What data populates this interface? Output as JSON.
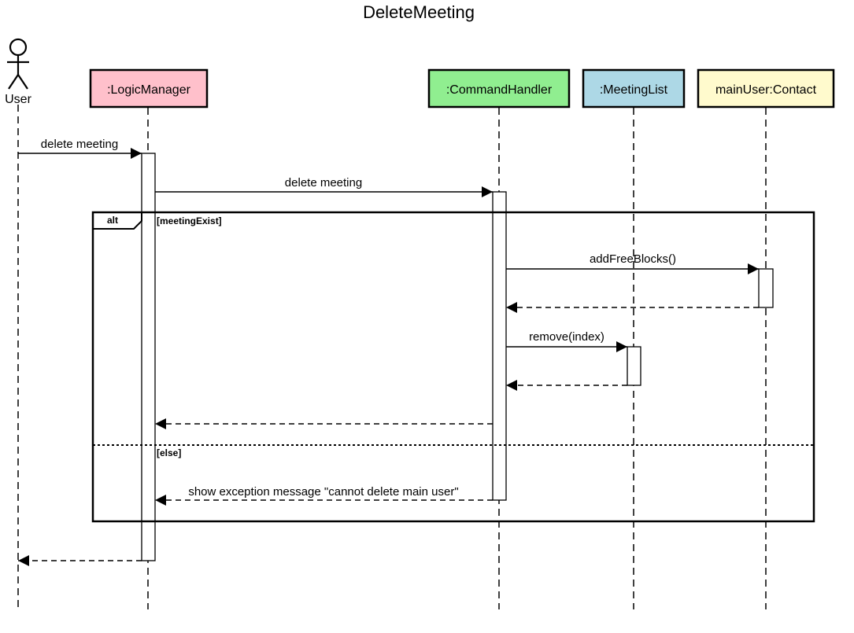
{
  "diagram": {
    "title": "DeleteMeeting",
    "actor": {
      "label": "User"
    },
    "participants": [
      {
        "id": "logic",
        "label": ":LogicManager",
        "fill": "#ffc0cb"
      },
      {
        "id": "cmd",
        "label": ":CommandHandler",
        "fill": "#90ee90"
      },
      {
        "id": "list",
        "label": ":MeetingList",
        "fill": "#add8e6"
      },
      {
        "id": "contact",
        "label": "mainUser:Contact",
        "fill": "#fffacd"
      }
    ],
    "messages": [
      {
        "id": "m1",
        "from": "user",
        "to": "logic",
        "label": "delete meeting",
        "kind": "call"
      },
      {
        "id": "m2",
        "from": "logic",
        "to": "cmd",
        "label": "delete meeting",
        "kind": "call"
      },
      {
        "id": "m3",
        "from": "cmd",
        "to": "contact",
        "label": "addFreeBlocks()",
        "kind": "call"
      },
      {
        "id": "m4",
        "from": "contact",
        "to": "cmd",
        "label": "",
        "kind": "return"
      },
      {
        "id": "m5",
        "from": "cmd",
        "to": "list",
        "label": "remove(index)",
        "kind": "call"
      },
      {
        "id": "m6",
        "from": "list",
        "to": "cmd",
        "label": "",
        "kind": "return"
      },
      {
        "id": "m7",
        "from": "cmd",
        "to": "logic",
        "label": "",
        "kind": "return"
      },
      {
        "id": "m8",
        "from": "cmd",
        "to": "logic",
        "label": "show exception message \"cannot delete main user\"",
        "kind": "return"
      },
      {
        "id": "m9",
        "from": "logic",
        "to": "user",
        "label": "",
        "kind": "return"
      }
    ],
    "fragment": {
      "operator": "alt",
      "guards": [
        "[meetingExist]",
        "[else]"
      ]
    }
  }
}
